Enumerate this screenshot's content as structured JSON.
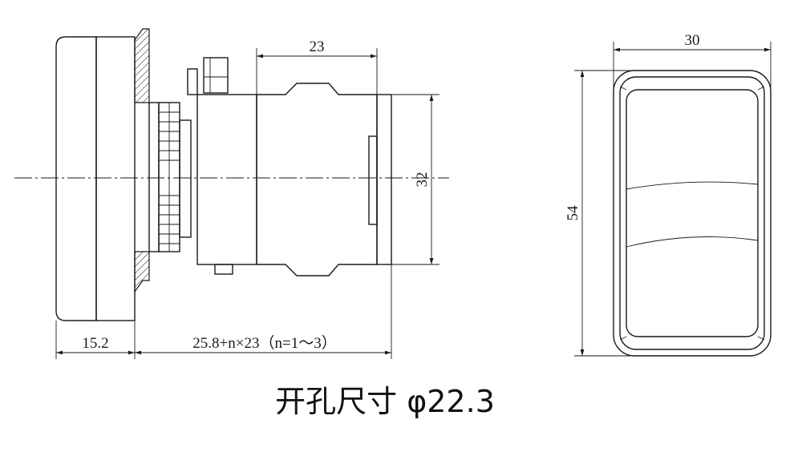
{
  "dimensions": {
    "head_depth": "15.2",
    "body_length": "25.8+n×23（n=1～3）",
    "module_width": "23",
    "module_height": "32",
    "front_width": "30",
    "front_height": "54"
  },
  "caption": "开孔尺寸 φ22.3"
}
